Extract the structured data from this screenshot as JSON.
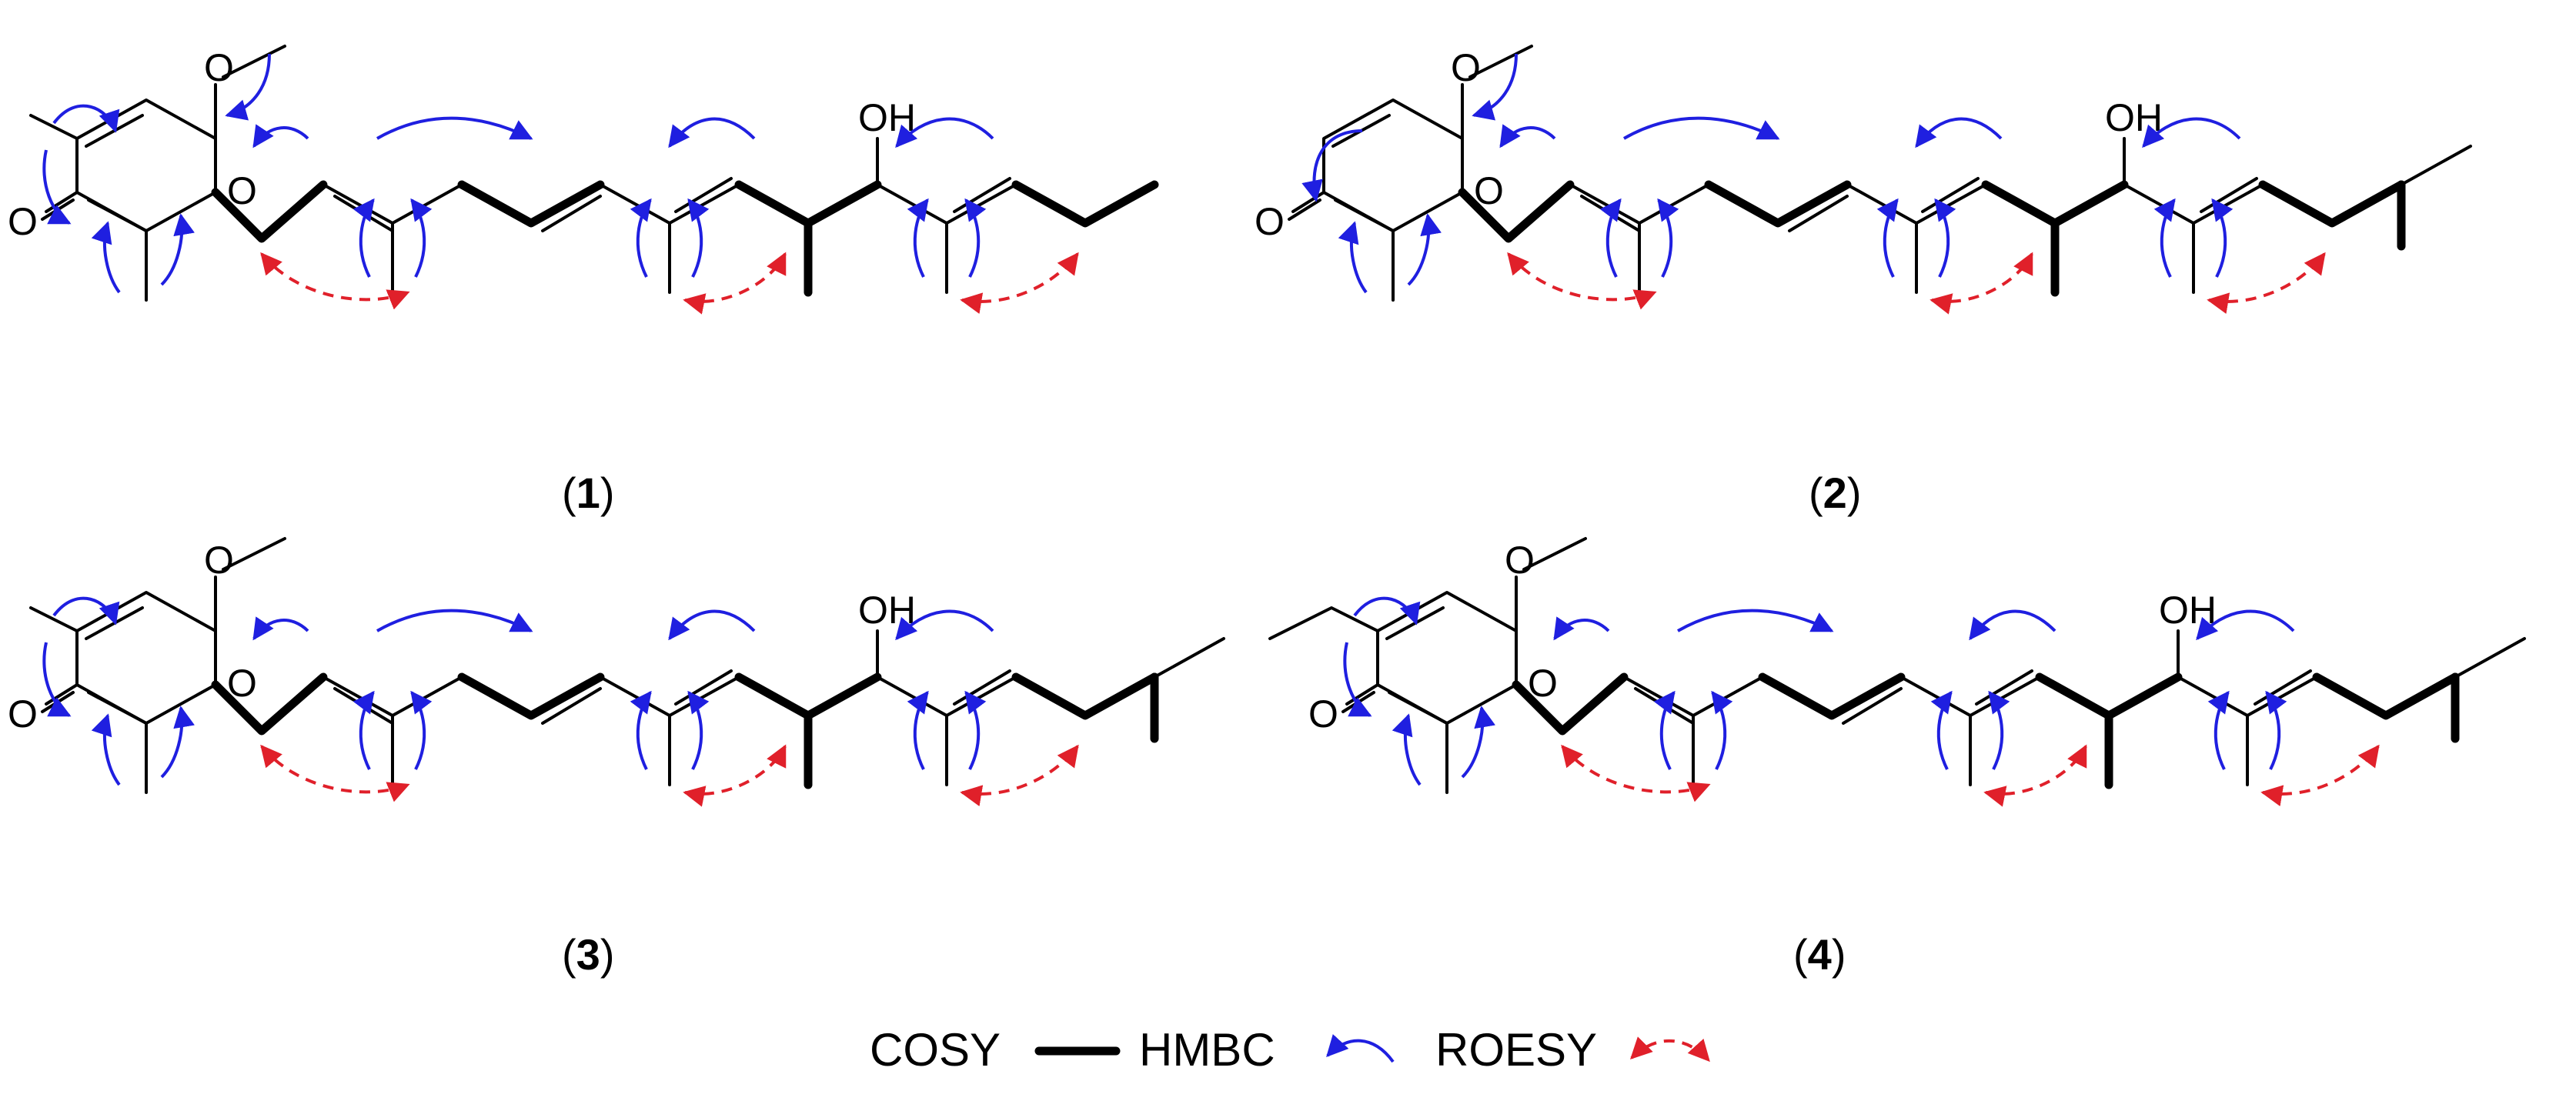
{
  "compounds": [
    {
      "id": "1",
      "label_open": "(",
      "label_num": "1",
      "label_close": ")",
      "oh": "OH",
      "o_ring": "O",
      "o_methoxy": "O",
      "o_ketone": "O"
    },
    {
      "id": "2",
      "label_open": "(",
      "label_num": "2",
      "label_close": ")",
      "oh": "OH",
      "o_ring": "O",
      "o_methoxy": "O",
      "o_ketone": "O"
    },
    {
      "id": "3",
      "label_open": "(",
      "label_num": "3",
      "label_close": ")",
      "oh": "OH",
      "o_ring": "O",
      "o_methoxy": "O",
      "o_ketone": "O"
    },
    {
      "id": "4",
      "label_open": "(",
      "label_num": "4",
      "label_close": ")",
      "oh": "OH",
      "o_ring": "O",
      "o_methoxy": "O",
      "o_ketone": "O"
    }
  ],
  "legend": {
    "cosy": "COSY",
    "hmbc": "HMBC",
    "roesy": "ROESY"
  },
  "colors": {
    "hmbc": "#1f1fe0",
    "roesy": "#e0202a",
    "cosy": "#000000"
  }
}
